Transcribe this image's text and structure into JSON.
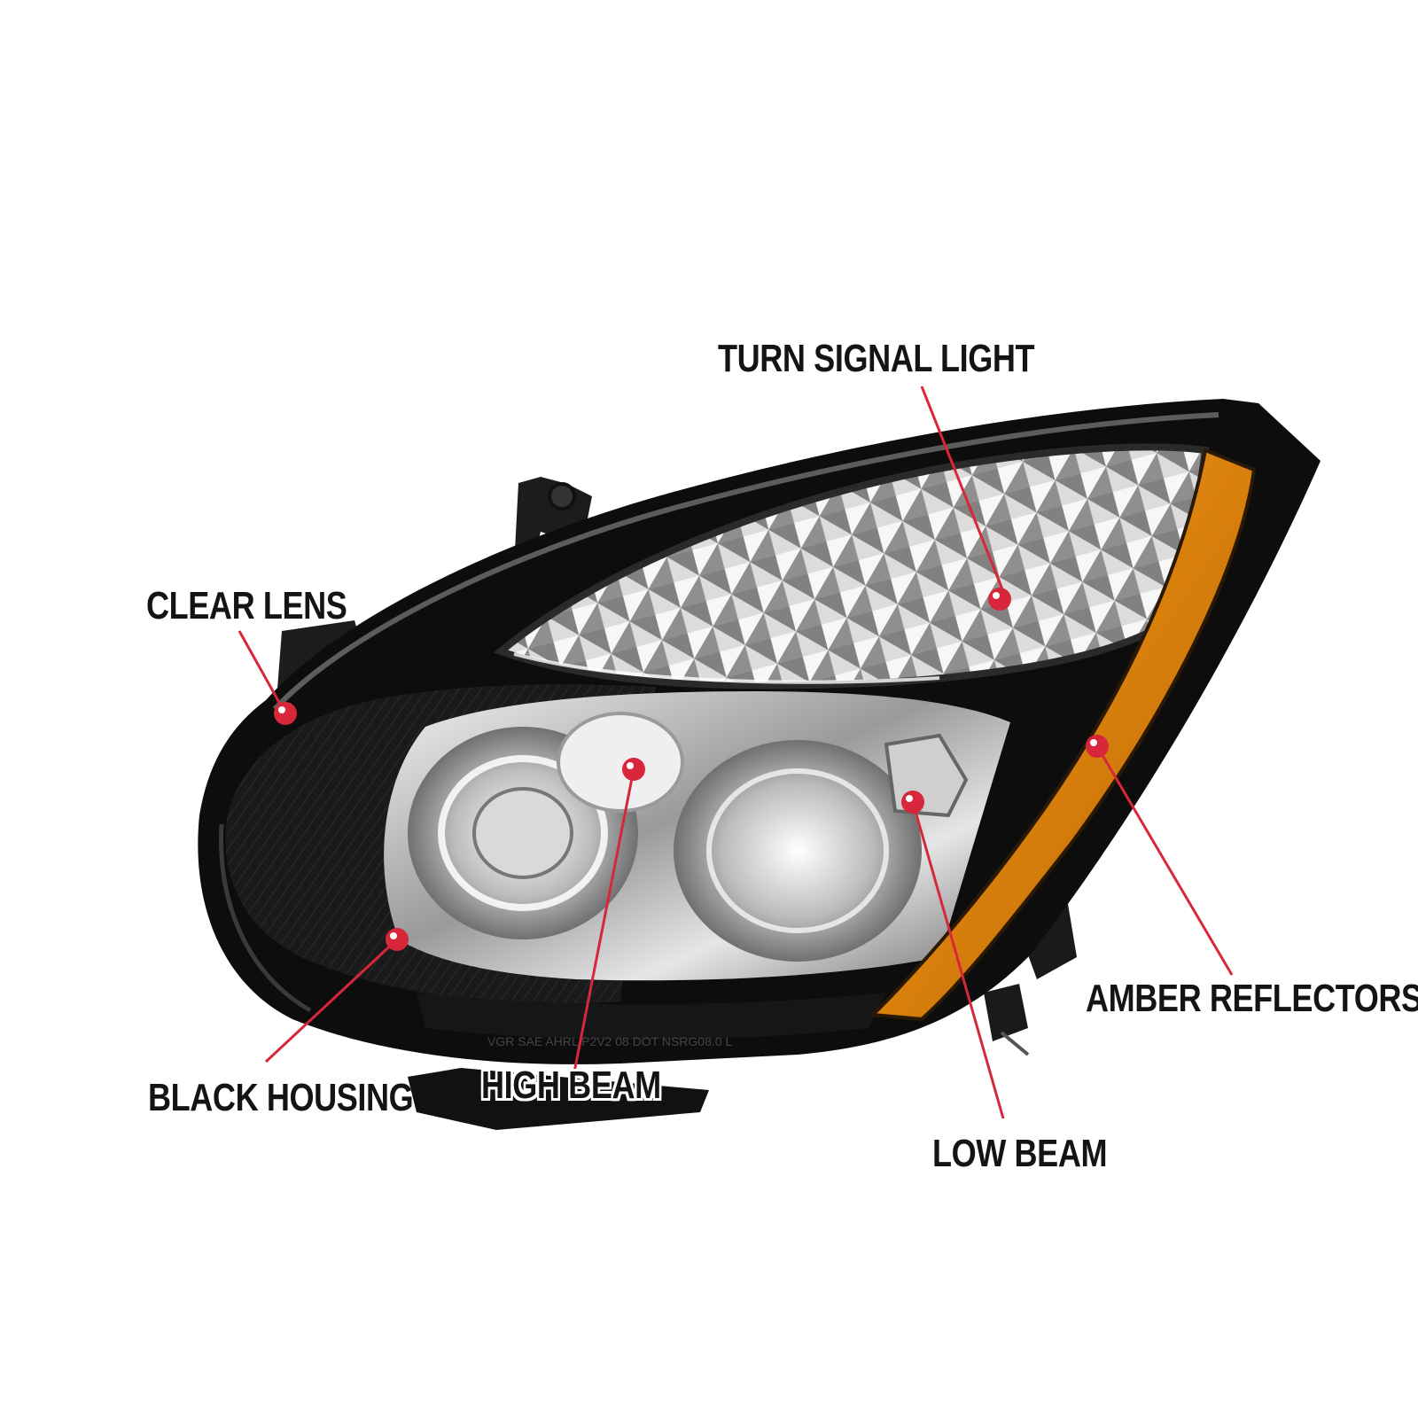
{
  "callouts": {
    "turn_signal_light": "TURN SIGNAL LIGHT",
    "clear_lens": "CLEAR LENS",
    "amber_reflectors": "AMBER REFLECTORS",
    "black_housing": "BLACK HOUSING",
    "high_beam": "HIGH BEAM",
    "low_beam": "LOW BEAM"
  },
  "lens_marking": "VGR SAE AHRL P2V2 08 DOT NSRG08.0 L",
  "colors": {
    "callout_accent": "#d8263a",
    "housing": "#111111",
    "amber": "#e08a12",
    "label_text": "#141414",
    "background": "#ffffff"
  }
}
